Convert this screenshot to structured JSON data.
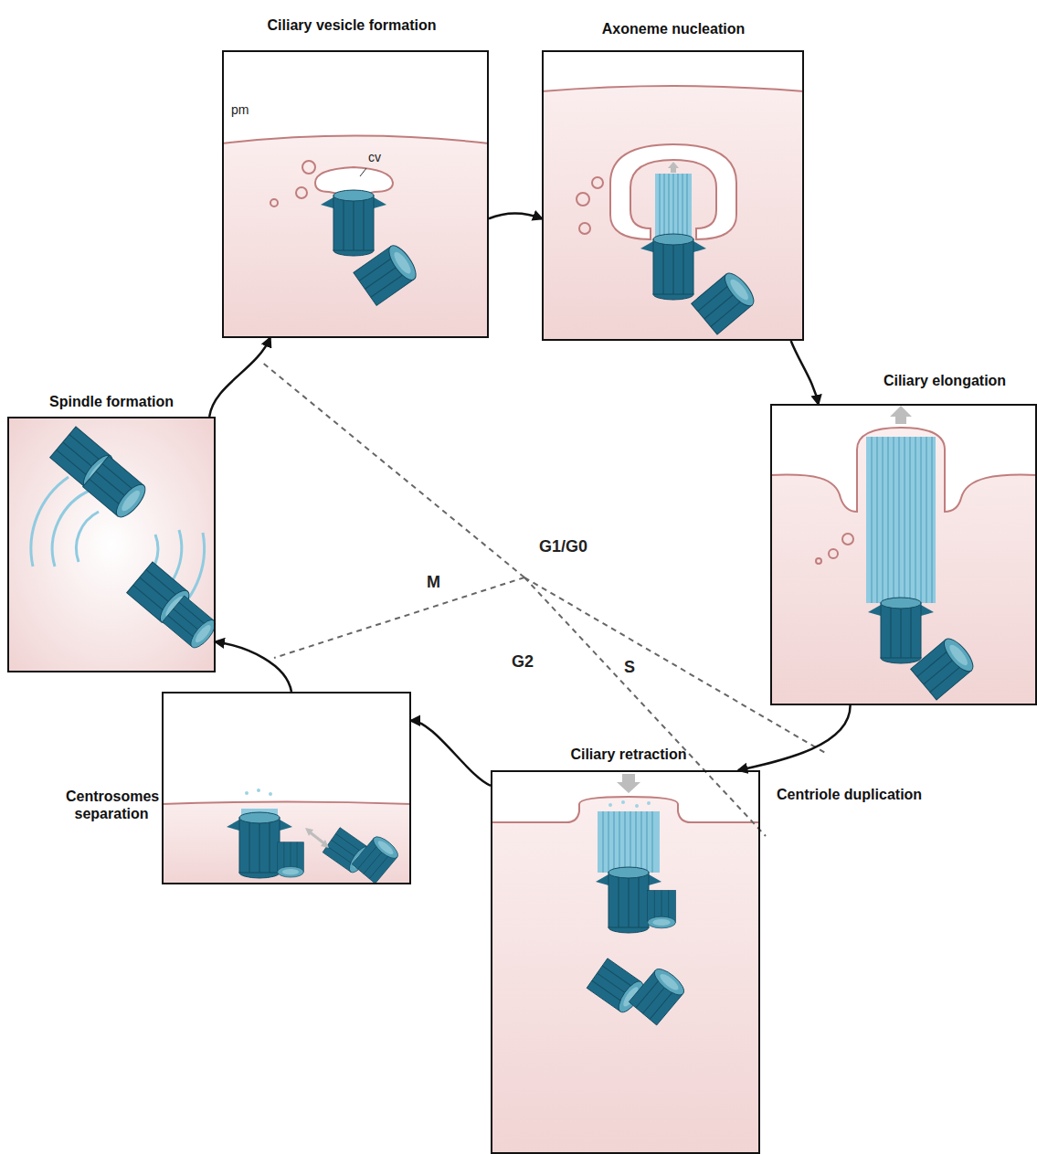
{
  "diagram": {
    "nodes": [
      {
        "text": [
          "Ciliary vesicle formation"
        ]
      },
      {
        "text": [
          "Axoneme nucleation"
        ]
      },
      {
        "text": [
          "Ciliary elongation"
        ]
      },
      {
        "text": [
          "Ciliary retraction"
        ]
      },
      {
        "text": [
          "Centrosomes separation"
        ]
      },
      {
        "text": [
          "Spindle formation"
        ]
      }
    ],
    "edges": [
      {
        "from": 0,
        "to": 1,
        "arrow": "to"
      },
      {
        "from": 1,
        "to": 2,
        "arrow": "to"
      },
      {
        "from": 2,
        "to": 3,
        "arrow": "to"
      },
      {
        "from": 3,
        "to": 4,
        "arrow": "to"
      },
      {
        "from": 4,
        "to": 5,
        "arrow": "to"
      },
      {
        "from": 5,
        "to": 0,
        "arrow": "to"
      }
    ],
    "labels": [
      "pm",
      "cv",
      "G1/G0",
      "M",
      "G2",
      "S",
      "Centriole duplication"
    ]
  }
}
